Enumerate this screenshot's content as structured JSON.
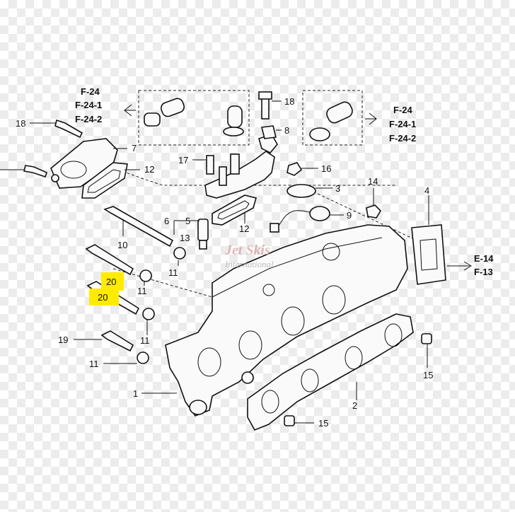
{
  "callouts": {
    "c18a": "18",
    "c7": "7",
    "c12a": "12",
    "c10": "10",
    "c11a": "11",
    "c11b": "11",
    "c11c": "11",
    "c11d": "11",
    "c20a": "20",
    "c20b": "20",
    "c19": "19",
    "c1": "1",
    "c18b": "18",
    "c8": "8",
    "c17": "17",
    "c16": "16",
    "c3": "3",
    "c14": "14",
    "c4": "4",
    "c9": "9",
    "c6": "6",
    "c5": "5",
    "c13": "13",
    "c12b": "12",
    "c15a": "15",
    "c15b": "15",
    "c2": "2"
  },
  "refs": {
    "left": [
      "F-24",
      "F-24-1",
      "F-24-2"
    ],
    "right": [
      "F-24",
      "F-24-1",
      "F-24-2"
    ],
    "out": [
      "E-14",
      "F-13"
    ]
  },
  "watermark": {
    "line1": "Jet Skis",
    "line2": "International"
  },
  "highlight_color": "#ffeb00"
}
